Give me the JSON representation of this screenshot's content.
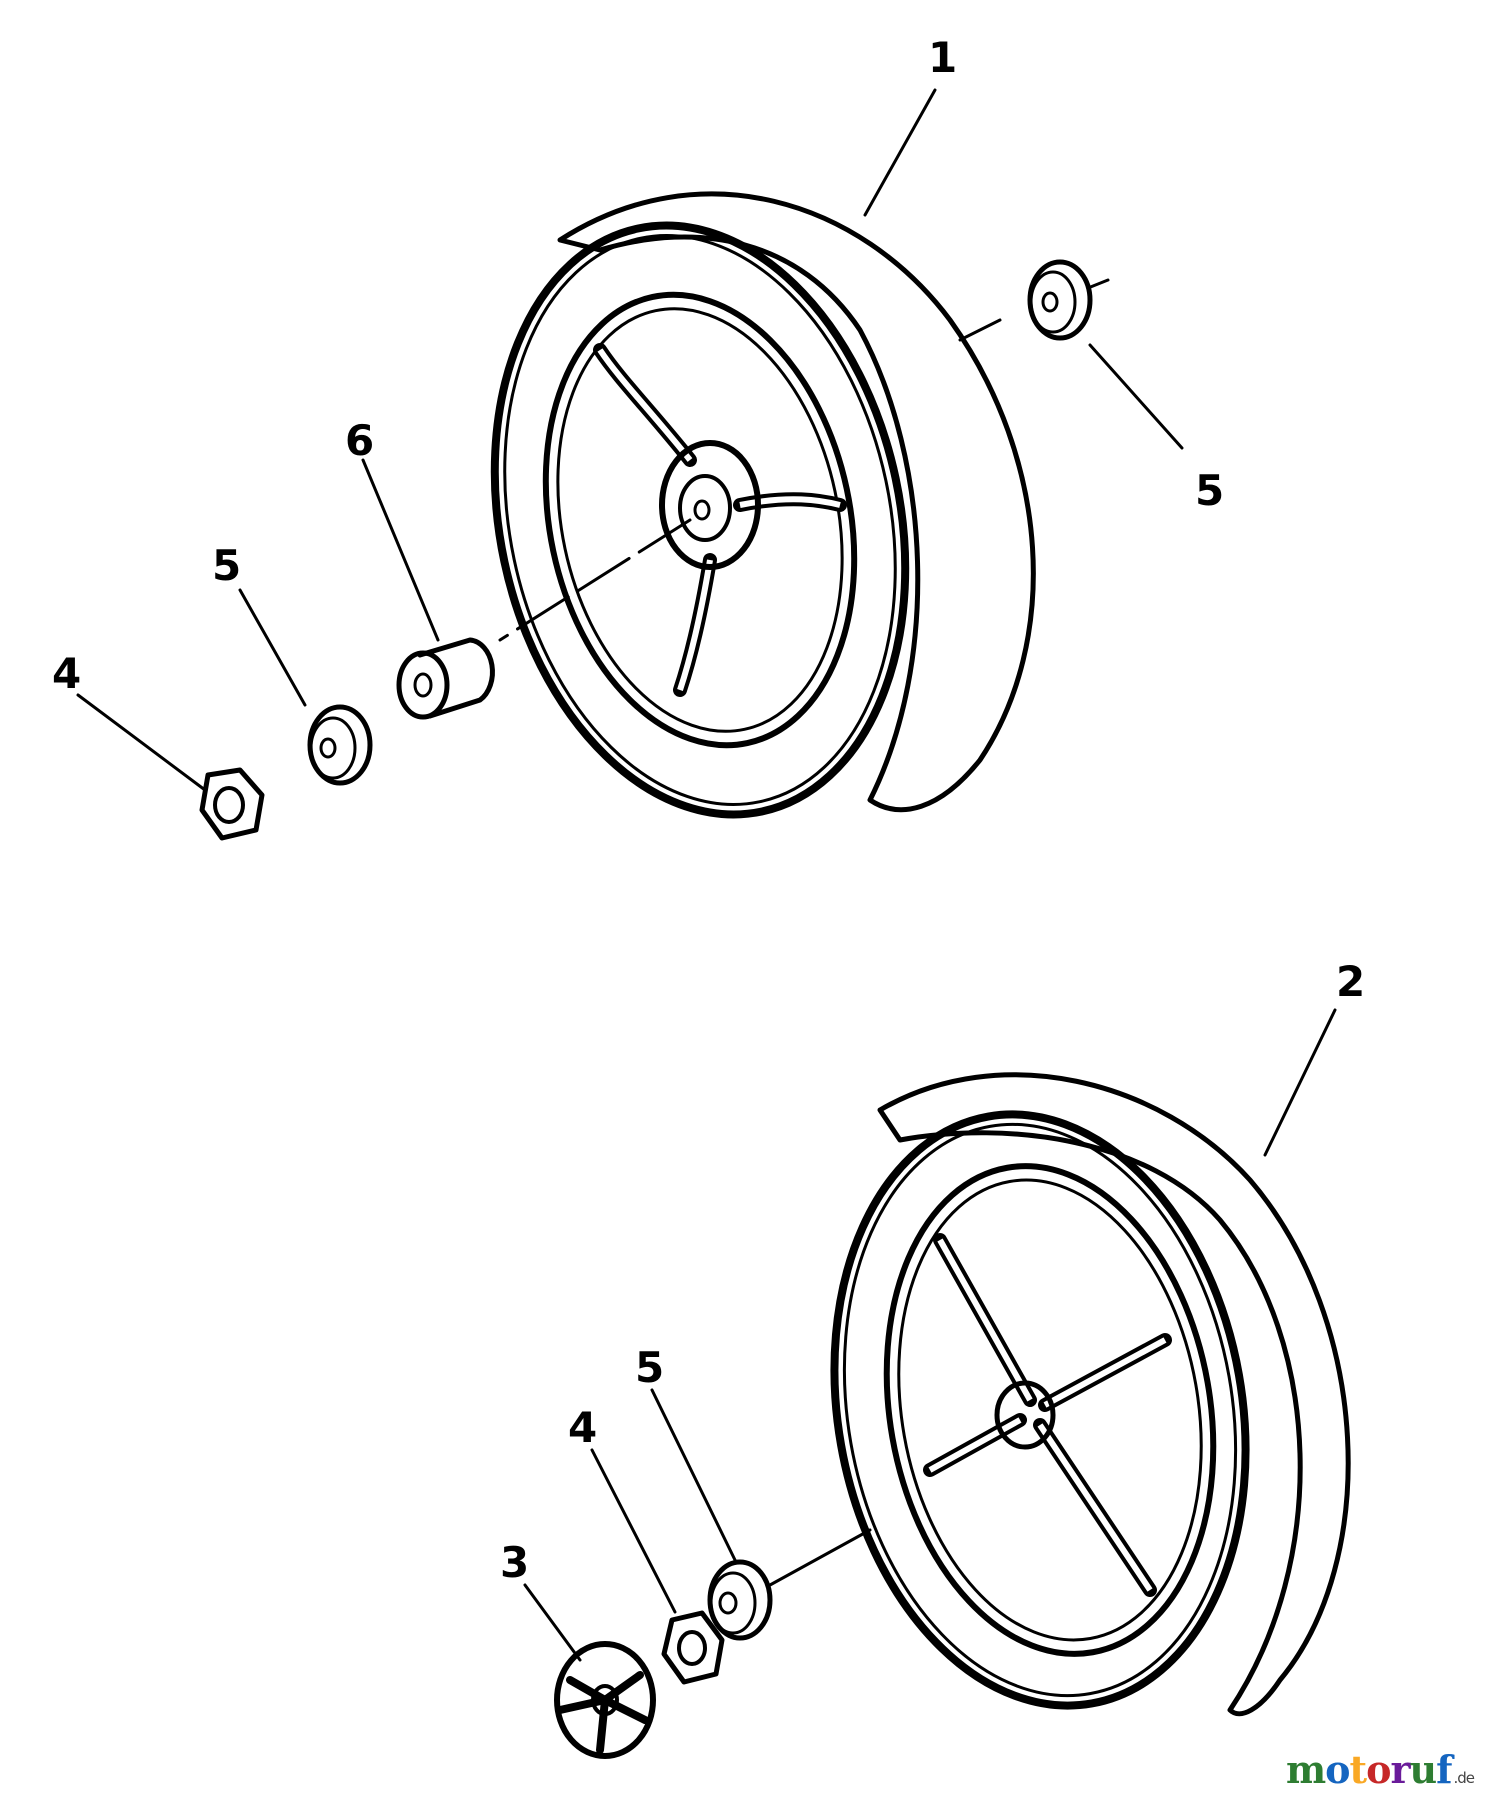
{
  "callouts": {
    "upper_wheel": "1",
    "lower_wheel": "2",
    "hub_cap": "3",
    "nut_upper": "4",
    "nut_lower": "4",
    "washer_upper_left": "5",
    "washer_upper_right": "5",
    "washer_lower": "5",
    "spacer": "6"
  },
  "watermark": {
    "letters": [
      "m",
      "o",
      "t",
      "o",
      "r",
      "u",
      "f"
    ],
    "tld": ".de",
    "colors": [
      "#2e7d32",
      "#1565c0",
      "#f9a825",
      "#c62828",
      "#6a1b9a",
      "#2e7d32",
      "#1565c0"
    ]
  }
}
